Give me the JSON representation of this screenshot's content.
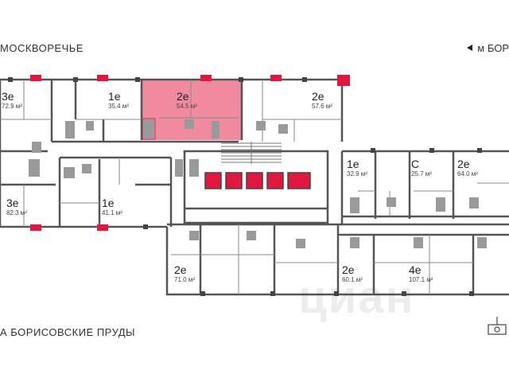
{
  "streets": {
    "top": "МОСКВОРЕЧЬЕ",
    "bottom": "А БОРИСОВСКИЕ ПРУДЫ",
    "metro": "м БОР"
  },
  "watermark": "циан",
  "apartments": [
    {
      "type": "3e",
      "area": "72.9 м²",
      "highlighted": false
    },
    {
      "type": "1e",
      "area": "35.4 м²",
      "highlighted": false
    },
    {
      "type": "2e",
      "area": "54.5 м²",
      "highlighted": true
    },
    {
      "type": "2e",
      "area": "57.6 м²",
      "highlighted": false
    },
    {
      "type": "1e",
      "area": "32.9 м²",
      "highlighted": false
    },
    {
      "type": "С",
      "area": "25.7 м²",
      "highlighted": false
    },
    {
      "type": "2e",
      "area": "64.0 м²",
      "highlighted": false
    },
    {
      "type": "3e",
      "area": "82.3 м²",
      "highlighted": false
    },
    {
      "type": "1e",
      "area": "41.1 м²",
      "highlighted": false
    },
    {
      "type": "2e",
      "area": "71.0 м²",
      "highlighted": false
    },
    {
      "type": "2e",
      "area": "60.1 м²",
      "highlighted": false
    },
    {
      "type": "4e",
      "area": "107.1 м²",
      "highlighted": false
    }
  ],
  "colors": {
    "accent": "#e3173e",
    "highlight": "#f08a9f",
    "wall": "#555555",
    "inner": "#8a8a8a"
  }
}
